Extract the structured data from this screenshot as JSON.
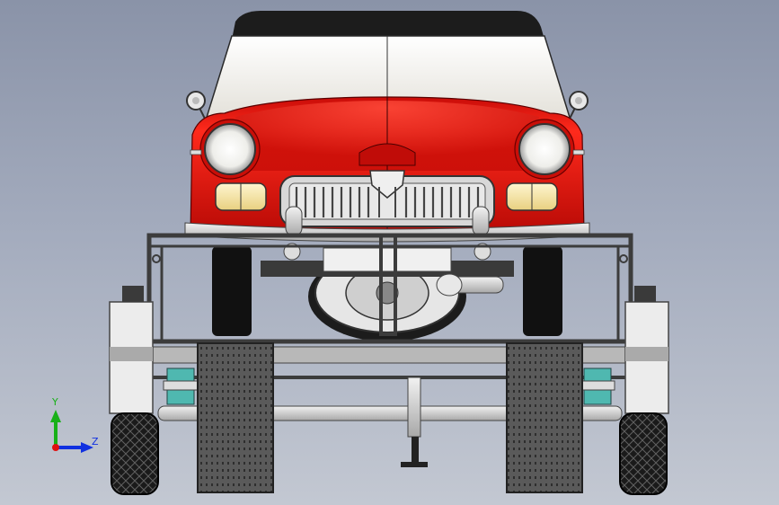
{
  "colors": {
    "background_top": "#8a93a8",
    "background_bottom": "#c3c8d2",
    "body_red": "#e0140e",
    "glass": "#f4f2ec",
    "roof": "#1c1c1c",
    "frame": "#4a4a4a",
    "tire": "#161616",
    "axis_x": "#e01010",
    "axis_y": "#18b018",
    "axis_z": "#1030e0"
  },
  "triad": {
    "y_label": "Y",
    "z_label": "Z"
  },
  "model": {
    "subject": "car on trailer",
    "view": "front"
  }
}
